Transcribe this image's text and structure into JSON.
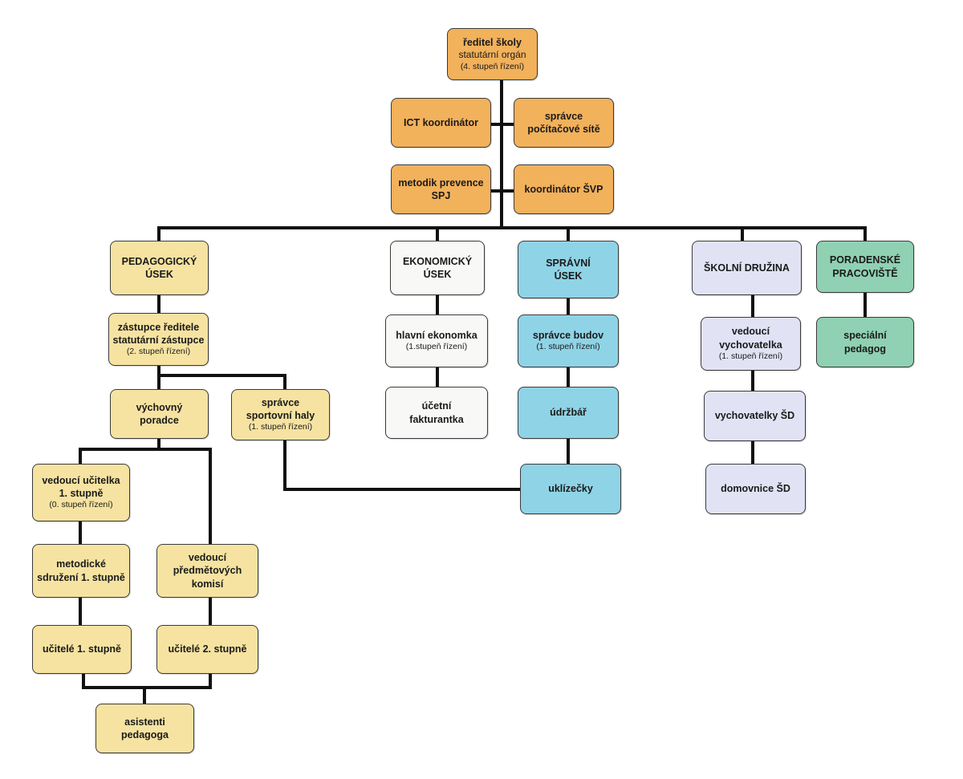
{
  "colors": {
    "management": "#f2b15b",
    "pedagogical": "#f6e3a1",
    "economic": "#f8f8f6",
    "administrative": "#8fd3e6",
    "after_school": "#e1e3f5",
    "counseling": "#8fd1b2",
    "connector": "#111111"
  },
  "nodes": {
    "director": {
      "title": "ředitel školy",
      "line2": "statutární orgán",
      "sub": "(4. stupeň řízení)"
    },
    "ict": {
      "title": "ICT koordinátor"
    },
    "network_admin": {
      "title": "správce",
      "line2": "počítačové sítě"
    },
    "prevention": {
      "title": "metodik prevence",
      "line2": "SPJ"
    },
    "svp": {
      "title": "koordinátor ŠVP"
    },
    "ped_section": {
      "title": "PEDAGOGICKÝ",
      "line2": "ÚSEK"
    },
    "eco_section": {
      "title": "EKONOMICKÝ",
      "line2": "ÚSEK"
    },
    "adm_section": {
      "title": "SPRÁVNÍ",
      "line2": "ÚSEK"
    },
    "sd_section": {
      "title": "ŠKOLNÍ DRUŽINA"
    },
    "counseling": {
      "title": "PORADENSKÉ",
      "line2": "PRACOVIŠTĚ"
    },
    "deputy": {
      "title": "zástupce ředitele",
      "line2": "statutární zástupce",
      "sub": "(2. stupeň řízení)"
    },
    "advisor": {
      "title": "výchovný",
      "line2": "poradce"
    },
    "hall_admin": {
      "title": "správce",
      "line2": "sportovní haly",
      "sub": "(1. stupeň řízení)"
    },
    "head_teacher1": {
      "title": "vedoucí učitelka",
      "line2": "1. stupně",
      "sub": "(0. stupeň řízení)"
    },
    "method_assoc": {
      "title": "metodické",
      "line2": "sdružení 1. stupně"
    },
    "subject_heads": {
      "title": "vedoucí",
      "line2": "předmětových",
      "line3": "komisí"
    },
    "teachers1": {
      "title": "učitelé 1. stupně"
    },
    "teachers2": {
      "title": "učitelé 2. stupně"
    },
    "assistants": {
      "title": "asistenti",
      "line2": "pedagoga"
    },
    "chief_economist": {
      "title": "hlavní ekonomka",
      "sub": "(1.stupeň řízení)"
    },
    "accountant": {
      "title": "účetní",
      "line2": "fakturantka"
    },
    "building_admin": {
      "title": "správce budov",
      "sub": "(1. stupeň řízení)"
    },
    "maintenance": {
      "title": "údržbář"
    },
    "cleaners": {
      "title": "uklízečky"
    },
    "head_educator": {
      "title": "vedoucí",
      "line2": "vychovatelka",
      "sub": "(1. stupeň řízení)"
    },
    "educators": {
      "title": "vychovatelky ŠD"
    },
    "caretakers": {
      "title": "domovnice ŠD"
    },
    "special_ped": {
      "title": "speciální",
      "line2": "pedagog"
    }
  }
}
